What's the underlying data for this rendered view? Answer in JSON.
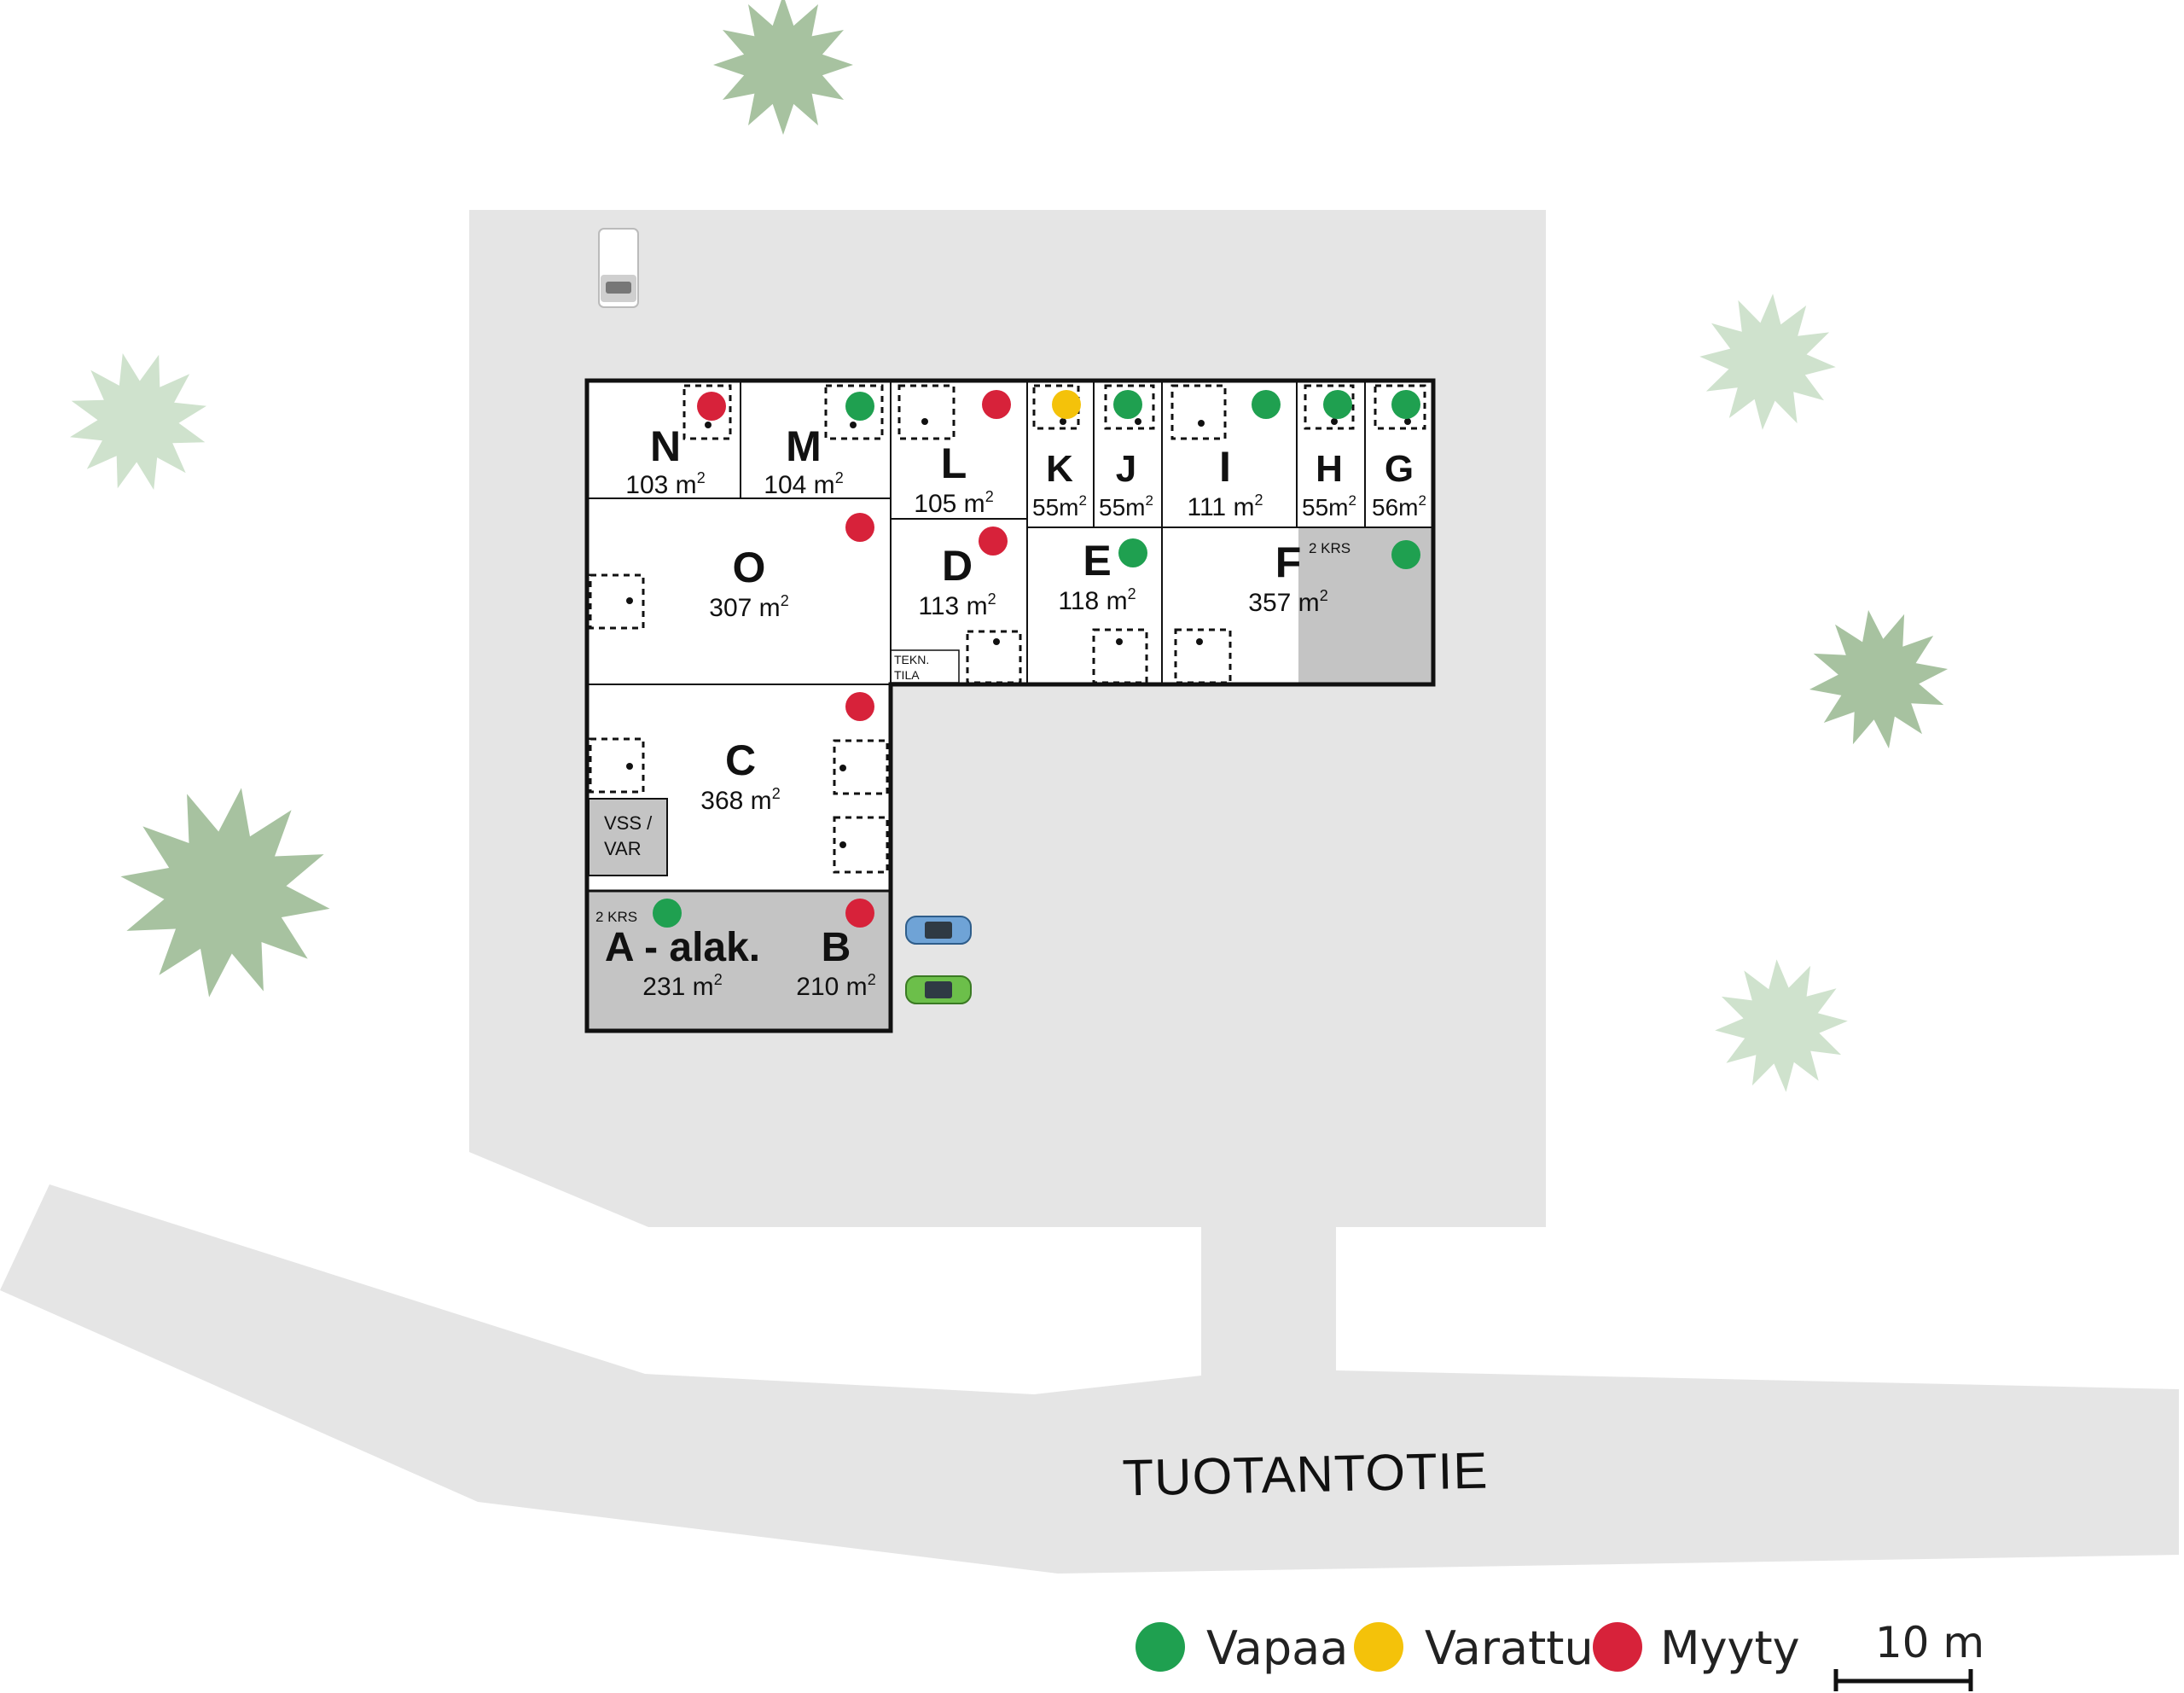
{
  "colors": {
    "vapaa": "#1fa050",
    "varattu": "#f4c20a",
    "myyty": "#d7223a",
    "ground": "#e5e5e5",
    "upper_floor": "#c4c4c4",
    "tree_dark": "#a7c2a0",
    "tree_light": "#cfe2cd"
  },
  "legend": {
    "vapaa": "Vapaa",
    "varattu": "Varattu",
    "myyty": "Myyty",
    "scale": "10 m"
  },
  "road": {
    "name": "TUOTANTOTIE"
  },
  "notes": {
    "kerros_f": "2 KRS",
    "kerros_a": "2 KRS",
    "tekn": "TEKN.",
    "tila": "TILA",
    "vss1": "VSS /",
    "vss2": "VAR"
  },
  "units": [
    {
      "id": "N",
      "letter": "N",
      "area": "103 m",
      "sup": "2",
      "status": "myyty"
    },
    {
      "id": "M",
      "letter": "M",
      "area": "104 m",
      "sup": "2",
      "status": "vapaa"
    },
    {
      "id": "L",
      "letter": "L",
      "area": "105 m",
      "sup": "2",
      "status": "myyty"
    },
    {
      "id": "K",
      "letter": "K",
      "area": "55m",
      "sup": "2",
      "status": "varattu"
    },
    {
      "id": "J",
      "letter": "J",
      "area": "55m",
      "sup": "2",
      "status": "vapaa"
    },
    {
      "id": "I",
      "letter": "I",
      "area": "111 m",
      "sup": "2",
      "status": "vapaa"
    },
    {
      "id": "H",
      "letter": "H",
      "area": "55m",
      "sup": "2",
      "status": "vapaa"
    },
    {
      "id": "G",
      "letter": "G",
      "area": "56m",
      "sup": "2",
      "status": "vapaa"
    },
    {
      "id": "O",
      "letter": "O",
      "area": "307 m",
      "sup": "2",
      "status": "myyty"
    },
    {
      "id": "D",
      "letter": "D",
      "area": "113 m",
      "sup": "2",
      "status": "myyty"
    },
    {
      "id": "E",
      "letter": "E",
      "area": "118 m",
      "sup": "2",
      "status": "vapaa"
    },
    {
      "id": "F",
      "letter": "F",
      "area": "357 m",
      "sup": "2",
      "status": "vapaa"
    },
    {
      "id": "C",
      "letter": "C",
      "area": "368 m",
      "sup": "2",
      "status": "myyty"
    },
    {
      "id": "A",
      "letter": "A - alak.",
      "area": "231 m",
      "sup": "2",
      "status": "vapaa"
    },
    {
      "id": "B",
      "letter": "B",
      "area": "210 m",
      "sup": "2",
      "status": "myyty"
    }
  ]
}
